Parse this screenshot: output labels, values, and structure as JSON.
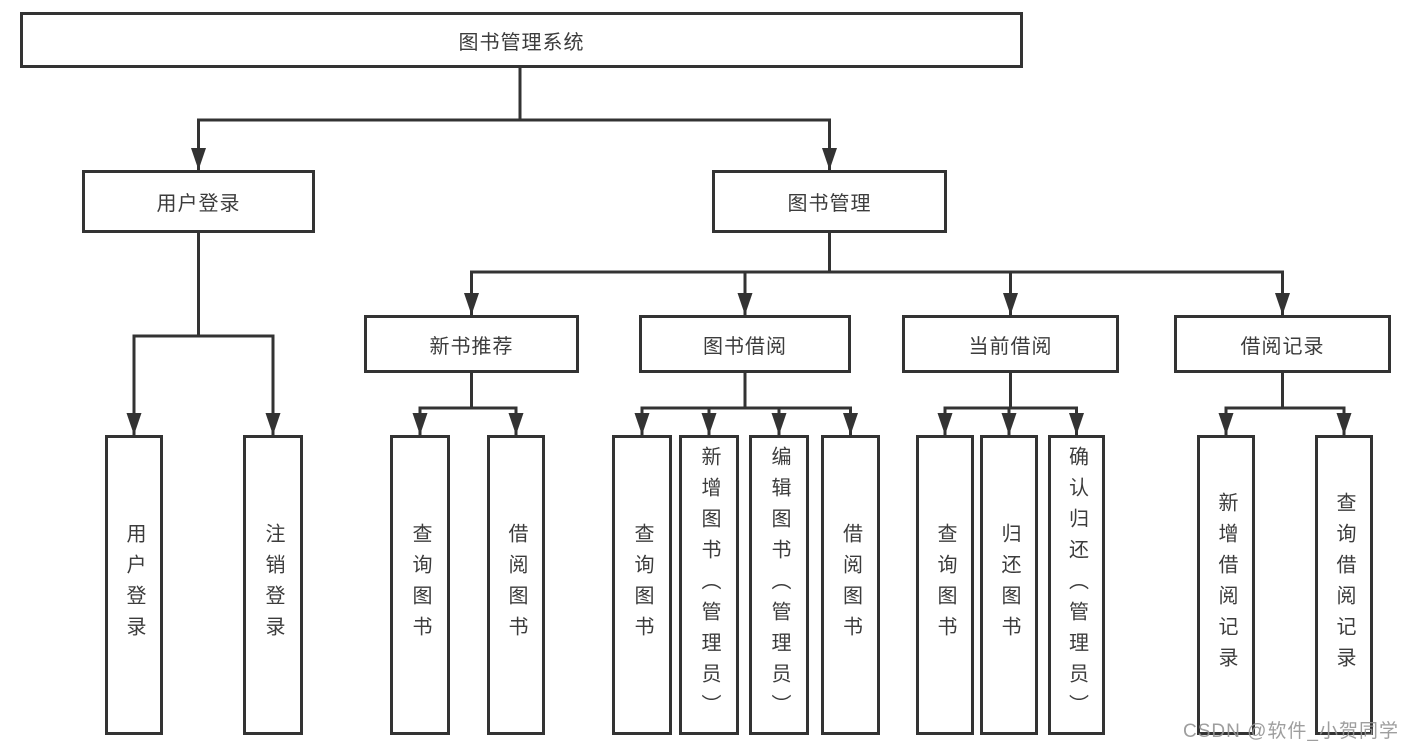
{
  "diagram": {
    "root": {
      "label": "图书管理系统"
    },
    "branches": [
      {
        "label": "用户登录",
        "children": [
          {
            "label": "用户登录"
          },
          {
            "label": "注销登录"
          }
        ]
      },
      {
        "label": "图书管理",
        "children": [
          {
            "label": "新书推荐",
            "children": [
              {
                "label": "查询图书"
              },
              {
                "label": "借阅图书"
              }
            ]
          },
          {
            "label": "图书借阅",
            "children": [
              {
                "label": "查询图书"
              },
              {
                "label": "新增图书（管理员）"
              },
              {
                "label": "编辑图书（管理员）"
              },
              {
                "label": "借阅图书"
              }
            ]
          },
          {
            "label": "当前借阅",
            "children": [
              {
                "label": "查询图书"
              },
              {
                "label": "归还图书"
              },
              {
                "label": "确认归还（管理员）"
              }
            ]
          },
          {
            "label": "借阅记录",
            "children": [
              {
                "label": "新增借阅记录"
              },
              {
                "label": "查询借阅记录"
              }
            ]
          }
        ]
      }
    ]
  },
  "colors": {
    "line": "#333333",
    "box_border": "#333333",
    "text": "#3c3c3c",
    "watermark": "#949494",
    "background": "#ffffff"
  },
  "watermark": "CSDN @软件_小贺同学"
}
